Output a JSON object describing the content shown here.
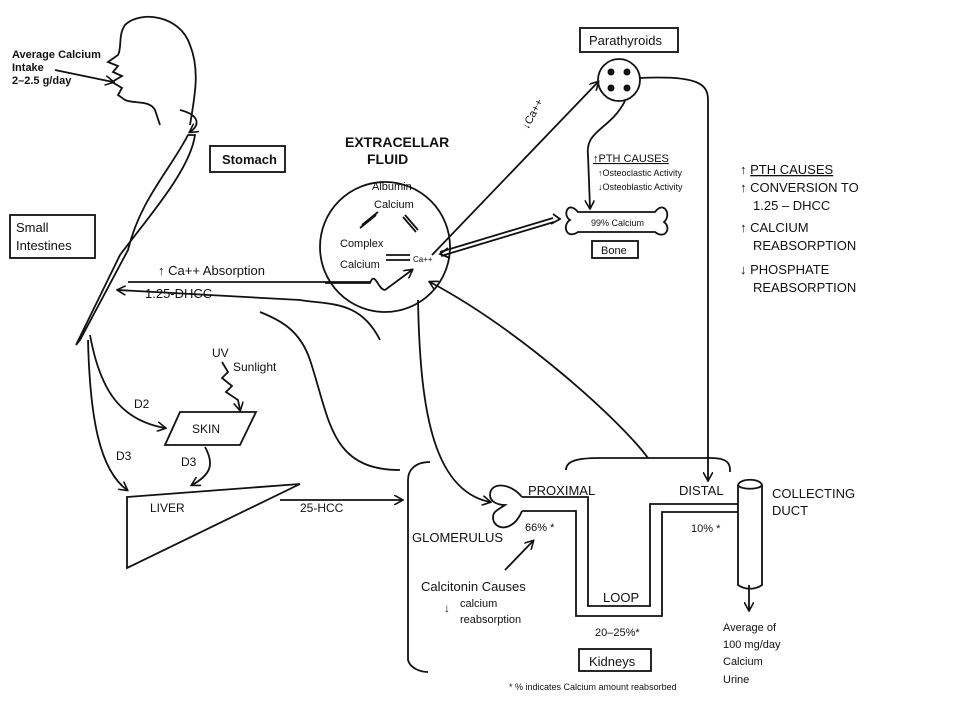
{
  "intake": {
    "line1": "Average Calcium",
    "line2": "Intake",
    "line3": "2–2.5 g/day"
  },
  "stomach": "Stomach",
  "small_intestines": {
    "line1": "Small",
    "line2": "Intestines"
  },
  "absorption": "↑ Ca++ Absorption",
  "dhcc_small": "1.25-DHCC",
  "extracellular": {
    "line1": "EXTRACELLAR",
    "line2": "FLUID",
    "albumin": "Albumin",
    "calcium1": "Calcium",
    "complex": "Complex",
    "calcium2": "Calcium",
    "ca_ion": "Ca++"
  },
  "parathyroids": "Parathyroids",
  "ca_down": "↓Ca++",
  "pth_bone": {
    "title": "↑PTH CAUSES",
    "item1": "↑Osteoclastic Activity",
    "item2": "↓Osteoblastic Activity"
  },
  "bone": {
    "content": "99% Calcium",
    "label": "Bone"
  },
  "pth_right": {
    "title": "PTH CAUSES",
    "l1": "CONVERSION TO",
    "l2": "1.25 – DHCC",
    "l3": "CALCIUM",
    "l4": "REABSORPTION",
    "l5": "PHOSPHATE",
    "l6": "REABSORPTION"
  },
  "sun": {
    "uv": "UV",
    "sunlight": "Sunlight"
  },
  "skin": "SKIN",
  "d2": "D2",
  "d3a": "D3",
  "d3b": "D3",
  "liver": "LIVER",
  "hcc": "25-HCC",
  "kidney": {
    "glomerulus": "GLOMERULUS",
    "proximal": "PROXIMAL",
    "distal": "DISTAL",
    "loop": "LOOP",
    "collecting1": "COLLECTING",
    "collecting2": "DUCT",
    "p66": "66% *",
    "p10": "10% *",
    "p20": "20–25%*",
    "label": "Kidneys",
    "calcitonin": "Calcitonin Causes",
    "calc2": "calcium",
    "calc3": "reabsorption",
    "urine1": "Average of",
    "urine2": "100 mg/day",
    "urine3": "Calcium",
    "urine4": "Urine",
    "footnote": "* % indicates Calcium amount reabsorbed"
  }
}
